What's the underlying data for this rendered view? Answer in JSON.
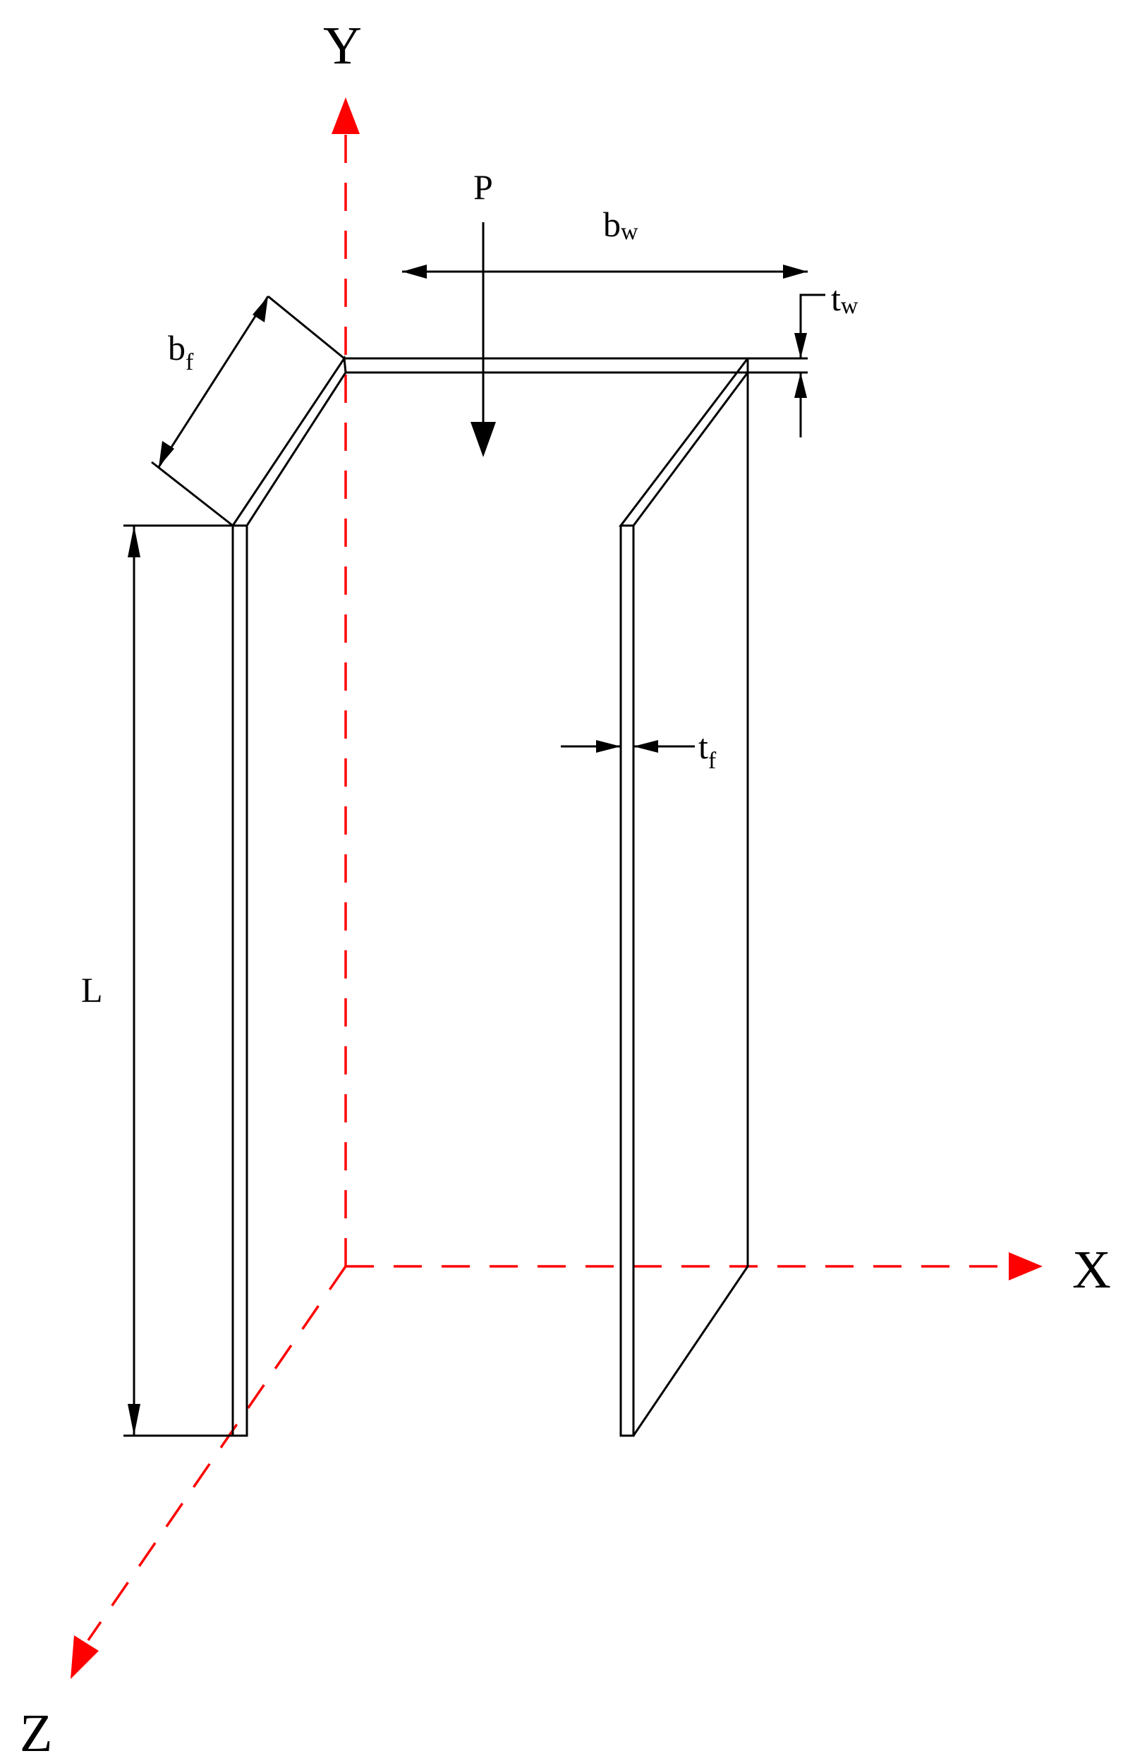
{
  "axes": {
    "x_label": "X",
    "y_label": "Y",
    "z_label": "Z",
    "color": "#ff0000"
  },
  "dimensions": {
    "load": "P",
    "web_width": "b",
    "web_width_sub": "w",
    "web_thickness": "t",
    "web_thickness_sub": "w",
    "flange_width": "b",
    "flange_width_sub": "f",
    "flange_thickness": "t",
    "flange_thickness_sub": "f",
    "length": "L"
  },
  "colors": {
    "lines": "#000000",
    "background": "#ffffff"
  }
}
